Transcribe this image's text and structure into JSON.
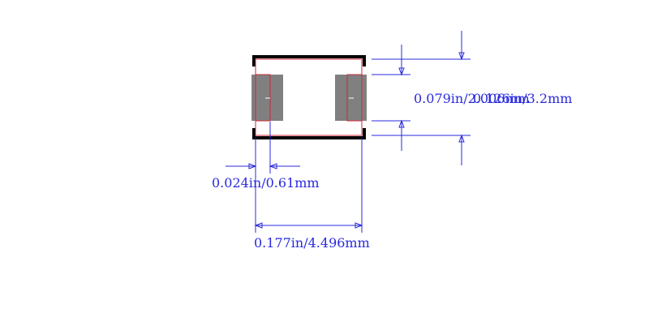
{
  "dimensions": {
    "pad_width": "0.024in/0.61mm",
    "overall_length": "0.177in/4.496mm",
    "pad_gap": "0.079in/2.006mm",
    "overall_height": "0.126in/3.2mm"
  },
  "colors": {
    "dimension": "#2a2adf",
    "outline": "#000000",
    "pad": "#808080",
    "courtyard": "#cc2a3a"
  }
}
